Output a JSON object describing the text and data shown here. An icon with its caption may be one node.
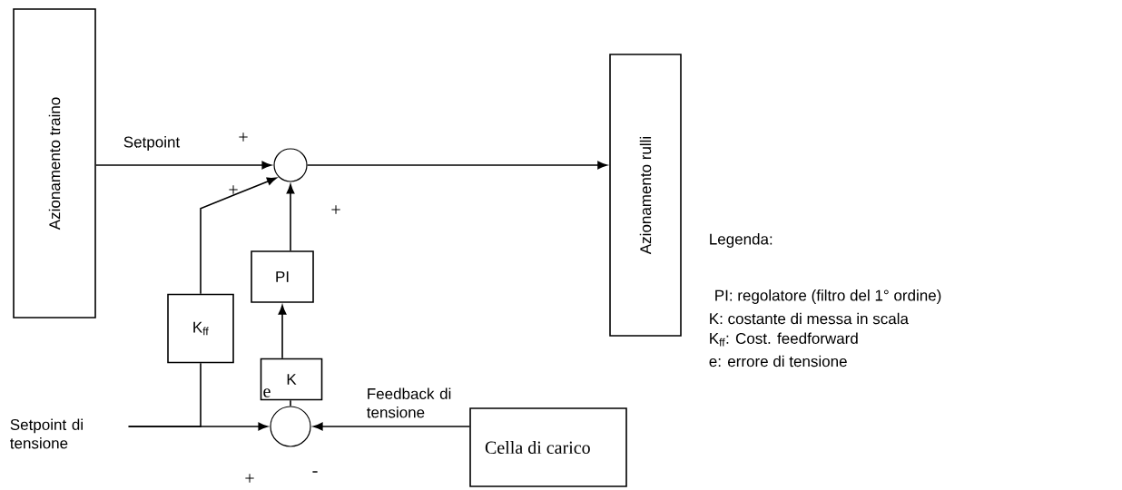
{
  "diagram": {
    "nodes": [
      {
        "text": [
          "Azionamento traino"
        ]
      },
      {
        "text": [
          "Azionamento rulli"
        ]
      },
      {
        "text": [],
        "shape": "circle"
      },
      {
        "text": [
          "PI"
        ]
      },
      {
        "text": [
          "K$_{ff}$"
        ]
      },
      {
        "text": [
          "K"
        ]
      },
      {
        "text": [],
        "shape": "circle",
        "beside": [
          "e"
        ]
      },
      {
        "text": [
          "Cella di carico"
        ]
      },
      {
        "text": [
          "Setpoint di tensione"
        ]
      }
    ],
    "edges": [
      {
        "from": 0,
        "to": 2,
        "arrow": "to",
        "label": "Setpoint"
      },
      {
        "from": 2,
        "to": 1,
        "arrow": "to"
      },
      {
        "from": 3,
        "to": 2,
        "arrow": "to"
      },
      {
        "from": 5,
        "to": 3,
        "arrow": "to"
      },
      {
        "from": 6,
        "to": 5,
        "arrow": "none"
      },
      {
        "from": 7,
        "to": 6,
        "arrow": "to",
        "label": "Feedback di tensione"
      },
      {
        "from": 8,
        "to": 6,
        "arrow": "to"
      },
      {
        "from": 8,
        "to": 4,
        "arrow": "none"
      },
      {
        "from": 4,
        "to": 2,
        "arrow": "to"
      }
    ],
    "labels": [
      "+",
      "+",
      "+",
      "Legenda:",
      "PI: regolatore (filtro del 1° ordine)",
      "K: costante di messa in scala",
      "K$_{ff}$: Cost. feedforward",
      "e: errore di tensione",
      "+",
      "-"
    ]
  }
}
